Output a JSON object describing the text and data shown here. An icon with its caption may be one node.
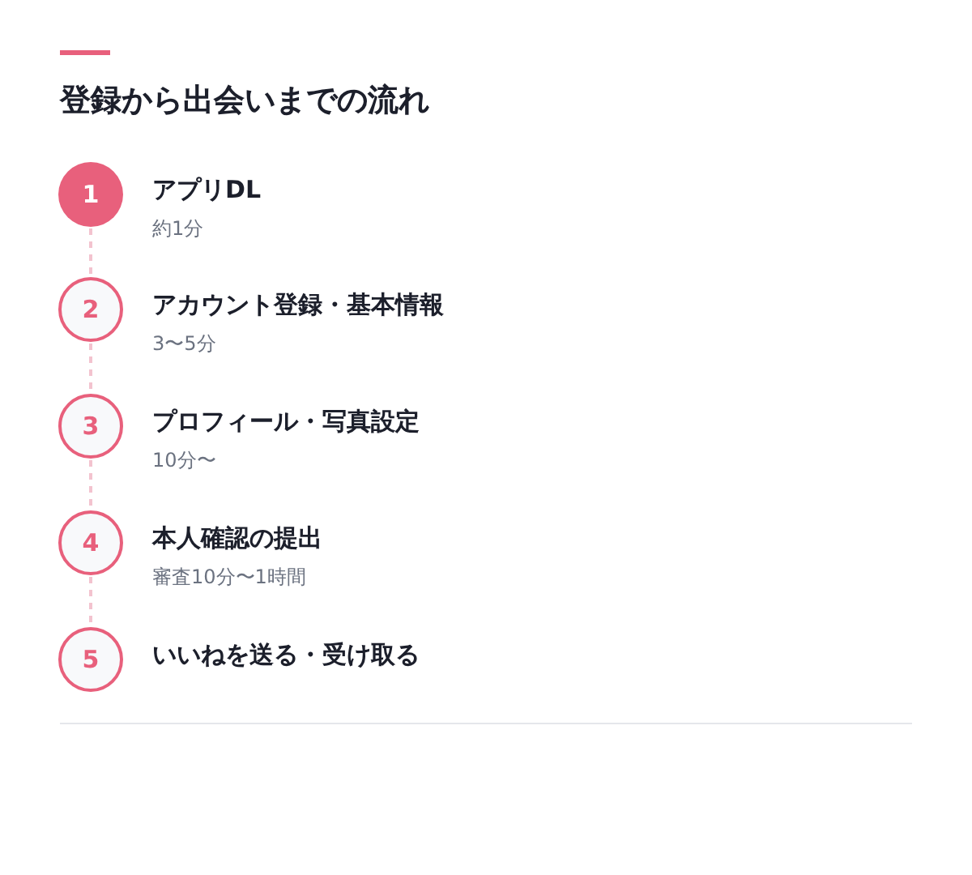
{
  "diagram": {
    "title": "登録から出会いまでの流れ",
    "nodes": [
      {
        "text": [
          "1"
        ],
        "beside": [
          "アプリDL",
          "約1分"
        ]
      },
      {
        "text": [
          "2"
        ],
        "beside": [
          "アカウント登録・基本情報",
          "3〜5分"
        ]
      },
      {
        "text": [
          "3"
        ],
        "beside": [
          "プロフィール・写真設定",
          "10分〜"
        ]
      },
      {
        "text": [
          "4"
        ],
        "beside": [
          "本人確認の提出",
          "審査10分〜1時間"
        ]
      },
      {
        "text": [
          "5"
        ],
        "beside": [
          "いいねを送る・受け取る"
        ]
      }
    ],
    "edges": [
      {
        "from": 0,
        "to": 1,
        "arrow": "none",
        "style": "dashed"
      },
      {
        "from": 1,
        "to": 2,
        "arrow": "none",
        "style": "dashed"
      },
      {
        "from": 2,
        "to": 3,
        "arrow": "none",
        "style": "dashed"
      },
      {
        "from": 3,
        "to": 4,
        "arrow": "none",
        "style": "dashed"
      }
    ]
  }
}
